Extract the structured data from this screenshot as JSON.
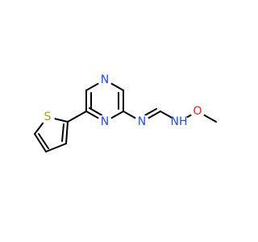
{
  "colors": {
    "N": "#1f4dff",
    "S": "#b3a100",
    "O": "#ff1a1a",
    "bond": "#000000",
    "background": "#ffffff"
  },
  "atoms": {
    "n_pyrimidine_top": "N",
    "n_pyrimidine_bottom": "N",
    "n_imine": "N",
    "nh_amine": "NH",
    "o_methoxy": "O",
    "s_thiophene": "S"
  }
}
